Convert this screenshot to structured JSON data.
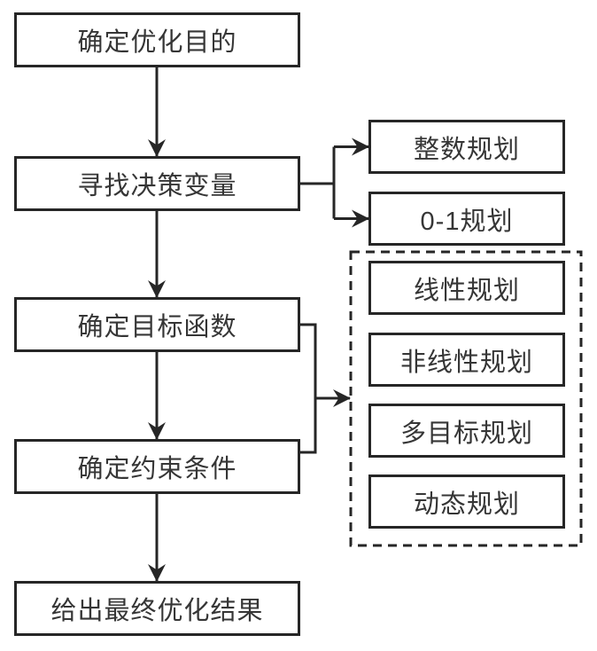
{
  "nodes": {
    "main": [
      {
        "label": "确定优化目的"
      },
      {
        "label": "寻找决策变量"
      },
      {
        "label": "确定目标函数"
      },
      {
        "label": "确定约束条件"
      },
      {
        "label": "给出最终优化结果"
      }
    ],
    "decision_variable_types": [
      {
        "label": "整数规划"
      },
      {
        "label": "0-1规划"
      }
    ],
    "programming_types": [
      {
        "label": "线性规划"
      },
      {
        "label": "非线性规划"
      },
      {
        "label": "多目标规划"
      },
      {
        "label": "动态规划"
      }
    ]
  },
  "colors": {
    "stroke": "#262626",
    "text": "#363636",
    "background": "#ffffff"
  }
}
